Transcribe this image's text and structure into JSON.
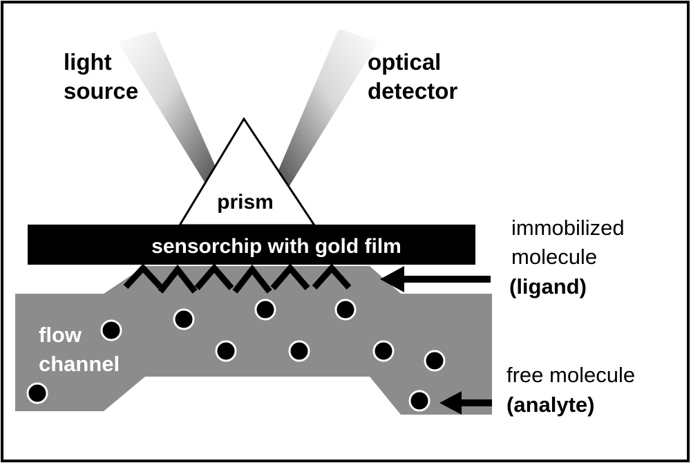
{
  "labels": {
    "light_source_line1": "light",
    "light_source_line2": "source",
    "detector_line1": "optical",
    "detector_line2": "detector",
    "prism": "prism",
    "sensorchip": "sensorchip with gold film",
    "flow_line1": "flow",
    "flow_line2": "channel",
    "ligand_line1": "immobilized",
    "ligand_line2": "molecule",
    "ligand_line3": "(ligand)",
    "analyte_line1": "free molecule",
    "analyte_line2": "(analyte)"
  },
  "colors": {
    "channel": "#8c8c8c",
    "chip": "#000000",
    "text_dark": "#000000",
    "text_light": "#ffffff",
    "frame": "#000000"
  }
}
